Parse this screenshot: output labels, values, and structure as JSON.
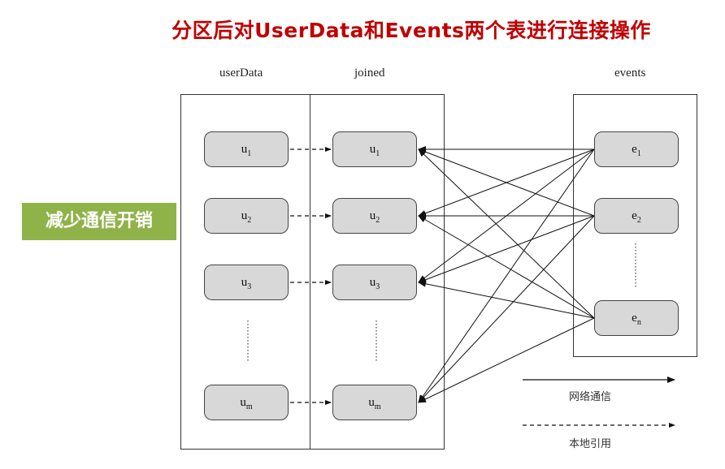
{
  "title": "分区后对UserData和Events两个表进行连接操作",
  "side_badge": "减少通信开销",
  "columns": {
    "userdata": "userData",
    "joined": "joined",
    "events": "events"
  },
  "userdata_nodes": [
    {
      "base": "u",
      "sub": "1"
    },
    {
      "base": "u",
      "sub": "2"
    },
    {
      "base": "u",
      "sub": "3"
    },
    {
      "base": "u",
      "sub": "m"
    }
  ],
  "joined_nodes": [
    {
      "base": "u",
      "sub": "1"
    },
    {
      "base": "u",
      "sub": "2"
    },
    {
      "base": "u",
      "sub": "3"
    },
    {
      "base": "u",
      "sub": "m"
    }
  ],
  "event_nodes": [
    {
      "base": "e",
      "sub": "1"
    },
    {
      "base": "e",
      "sub": "2"
    },
    {
      "base": "e",
      "sub": "n"
    }
  ],
  "legend": {
    "network": "网络通信",
    "local": "本地引用"
  }
}
